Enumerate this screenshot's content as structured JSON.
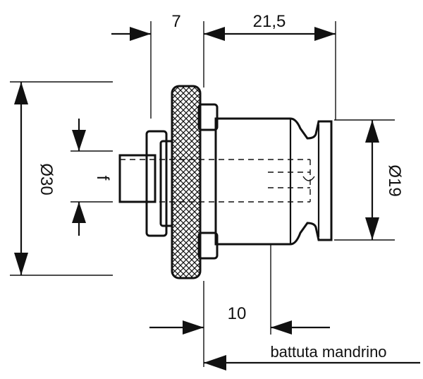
{
  "dimensions": {
    "top_left": "7",
    "top_right": "21,5",
    "left_diameter": "Ø30",
    "right_diameter": "Ø19",
    "shank": "f",
    "bottom": "10",
    "stop_label": "battuta mandrino"
  }
}
